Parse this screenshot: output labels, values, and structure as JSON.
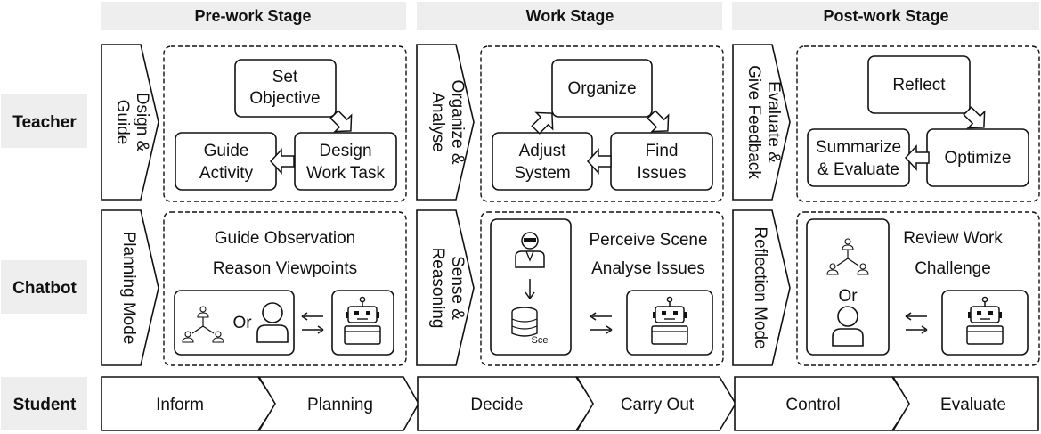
{
  "stages": [
    "Pre-work Stage",
    "Work Stage",
    "Post-work Stage"
  ],
  "rows": [
    "Teacher",
    "Chatbot",
    "Student"
  ],
  "teacher": {
    "pre": {
      "mode": [
        "Dsign &",
        "Guide"
      ],
      "set": [
        "Set",
        "Objective"
      ],
      "design": [
        "Design",
        "Work Task"
      ],
      "guide": [
        "Guide",
        "Activity"
      ]
    },
    "work": {
      "mode": [
        "Organize &",
        "Analyse"
      ],
      "organize": "Organize",
      "adjust": [
        "Adjust",
        "System"
      ],
      "find": [
        "Find",
        "Issues"
      ]
    },
    "post": {
      "mode": [
        "Evaluate &",
        "Give Feedback"
      ],
      "reflect": "Reflect",
      "optimize": "Optimize",
      "summarize": [
        "Summarize",
        "& Evaluate"
      ]
    }
  },
  "chatbot": {
    "pre": {
      "mode": "Planning Mode",
      "line1": "Guide Observation",
      "line2": "Reason Viewpoints",
      "or": "Or"
    },
    "work": {
      "mode": [
        "Sense &",
        "Reasoning"
      ],
      "line1": "Perceive Scene",
      "line2": "Analyse Issues",
      "sce": "Sce"
    },
    "post": {
      "mode": "Reflection Mode",
      "line1": "Review Work",
      "line2": "Challenge",
      "or": "Or"
    }
  },
  "student_steps": [
    "Inform",
    "Planning",
    "Decide",
    "Carry Out",
    "Control",
    "Evaluate"
  ],
  "icons": [
    "group-icon",
    "person-icon",
    "robot-icon",
    "database-icon",
    "scientist-icon",
    "swap-arrows-icon",
    "hollow-arrow-icon"
  ]
}
